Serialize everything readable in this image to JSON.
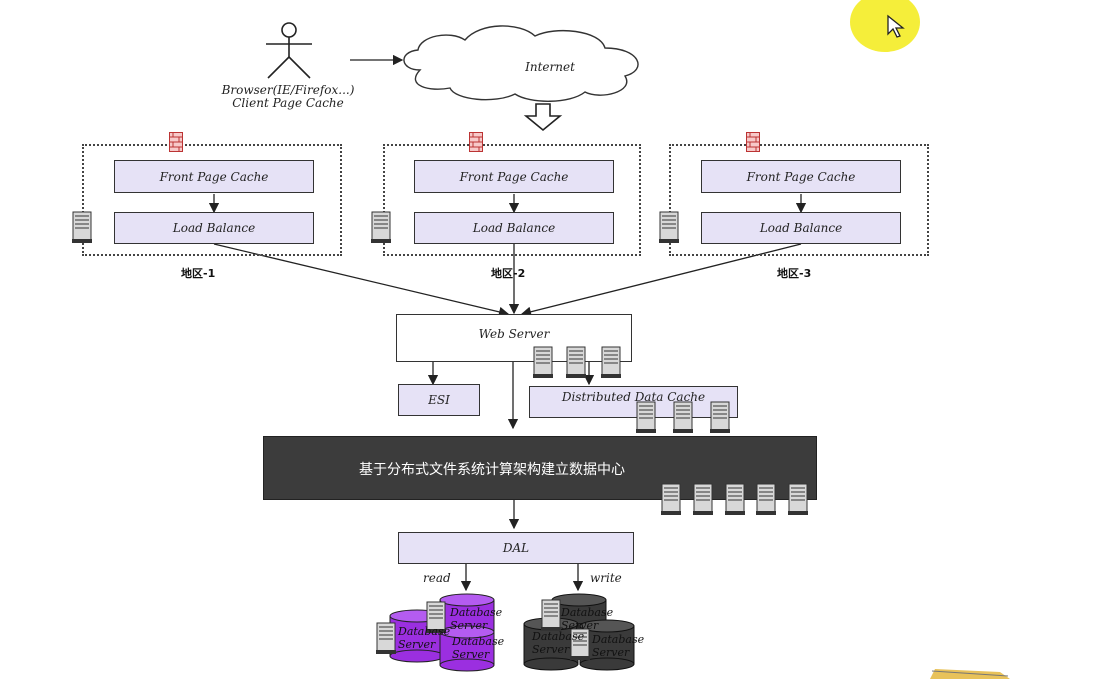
{
  "client": {
    "label_line1": "Browser(IE/Firefox...)",
    "label_line2": "Client Page Cache"
  },
  "internet": {
    "label": "Internet"
  },
  "regions": [
    {
      "front_cache": "Front Page Cache",
      "load_balance": "Load Balance",
      "label": "地区-1"
    },
    {
      "front_cache": "Front Page Cache",
      "load_balance": "Load Balance",
      "label": "地区-2"
    },
    {
      "front_cache": "Front Page Cache",
      "load_balance": "Load Balance",
      "label": "地区-3"
    }
  ],
  "web_server": {
    "label": "Web Server"
  },
  "esi": {
    "label": "ESI"
  },
  "distributed_cache": {
    "label": "Distributed Data Cache"
  },
  "data_center": {
    "label": "基于分布式文件系统计算架构建立数据中心"
  },
  "dal": {
    "label": "DAL"
  },
  "edges": {
    "read": "read",
    "write": "write"
  },
  "databases": {
    "label": "Database Server",
    "read_color": "#9b2fe0",
    "write_color": "#3a3a3a"
  },
  "colors": {
    "box_fill": "#e6e2f6",
    "dark_fill": "#3c3c3c",
    "cursor_highlight": "#f5ee3a"
  }
}
